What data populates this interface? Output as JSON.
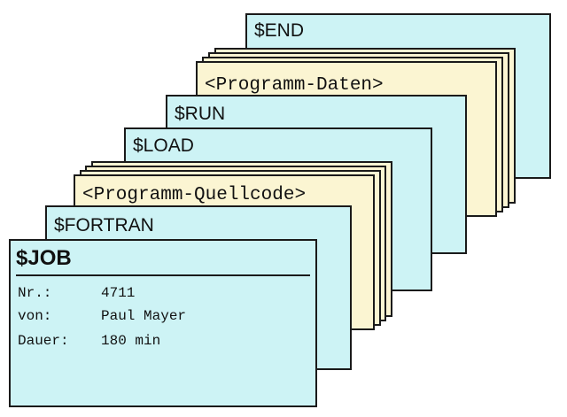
{
  "cards": {
    "end": "$END",
    "programm_daten": "<Programm-Daten>",
    "run": "$RUN",
    "load": "$LOAD",
    "programm_quellcode": "<Programm-Quellcode>",
    "fortran": "$FORTRAN",
    "job": {
      "title": "$JOB",
      "fields": [
        {
          "key": "Nr.:",
          "value": "4711"
        },
        {
          "key": "von:",
          "value": "Paul Mayer"
        },
        {
          "key": "Dauer:",
          "value": "180 min"
        }
      ]
    }
  },
  "colors": {
    "control_card": "#cdf3f5",
    "data_card": "#fbf5d2",
    "border": "#1a1a1a"
  }
}
